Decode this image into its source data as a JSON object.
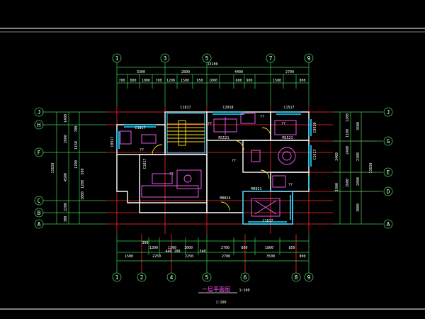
{
  "colors": {
    "background": "#000000",
    "dimension": "#39d353",
    "axis": "#ff2a2a",
    "wall": "#ffffff",
    "window": "#29d5ff",
    "furniture": "#ff5cff",
    "door": "#ffe11a"
  },
  "dims": {
    "top_total": "13100",
    "top_row1": [
      "3300",
      "2800",
      "4400",
      "2700"
    ],
    "top_row2": [
      "700",
      "800",
      "1000",
      "700",
      "1200",
      "1500",
      "950",
      "1000",
      "600",
      "900",
      "1500",
      "800"
    ],
    "bottom_row1": [
      "1300",
      "1300",
      "1000",
      "340",
      "2700",
      "800",
      "1800",
      "850"
    ],
    "bottom_row2": [
      "1500",
      "2250",
      "2250",
      "2700",
      "3500",
      "800"
    ],
    "bottom_small": [
      "300",
      "440",
      "100"
    ],
    "left_total": "11650",
    "left_row": [
      "1400",
      "2600",
      "4500",
      "2200",
      "300"
    ],
    "left_small": [
      "700",
      "1150",
      "1700",
      "200",
      "1200",
      "1000"
    ],
    "right_total": "11650",
    "right_row": [
      "3600",
      "2300",
      "2800",
      "3000"
    ],
    "right_small": [
      "1200",
      "1100",
      "2400",
      "3400",
      "2600",
      "1900"
    ]
  },
  "axes": {
    "top": [
      "1",
      "3",
      "5",
      "7",
      "9"
    ],
    "bottom": [
      "1",
      "2",
      "4",
      "5",
      "6",
      "8",
      "9"
    ],
    "left": [
      "J",
      "H",
      "F",
      "C",
      "B",
      "A"
    ],
    "right": [
      "J",
      "G",
      "E",
      "D",
      "A"
    ]
  },
  "labels": {
    "c1817": "C1817",
    "c2018": "C2018",
    "c1817b": "C1817",
    "c1817_bath": "C1817",
    "m1521": "M1521",
    "m1521b": "M1521",
    "c1517": "C1517",
    "c1617": "C1617",
    "m0824": "M0824",
    "m0921": "M0921",
    "c1817_bottom": "C1817",
    "c0917": "C0917",
    "c0920": "C0920",
    "qq": "??"
  },
  "title": {
    "main": "一层平面图",
    "scale": "1:100",
    "sub": "1:100"
  }
}
